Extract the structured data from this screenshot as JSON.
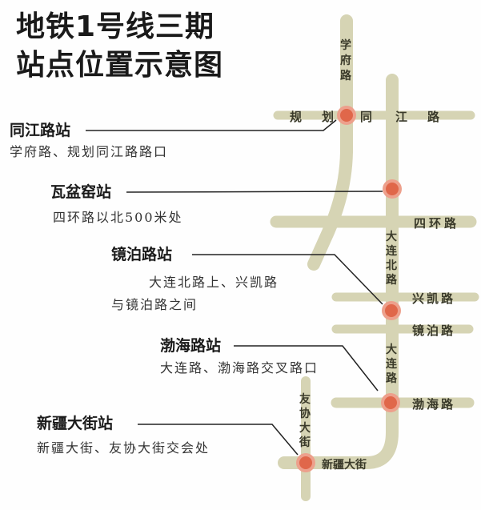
{
  "title": {
    "line1": "地铁1号线三期",
    "line2": "站点位置示意图"
  },
  "colors": {
    "road": "#d6d4b4",
    "station": "#e0674a",
    "station_halo": "#eda08c",
    "leader": "#222222"
  },
  "stations": [
    {
      "name": "同江路站",
      "desc": [
        "学府路、规划同江路路口"
      ]
    },
    {
      "name": "瓦盆窑站",
      "desc": [
        "四环路以北500米处"
      ]
    },
    {
      "name": "镜泊路站",
      "desc": [
        "大连北路上、兴凯路",
        "与镜泊路之间"
      ]
    },
    {
      "name": "渤海路站",
      "desc": [
        "大连路、渤海路交叉路口"
      ]
    },
    {
      "name": "新疆大街站",
      "desc": [
        "新疆大街、友协大街交会处"
      ]
    }
  ],
  "roads": {
    "xuefu": "学府路",
    "tongjiang": [
      "规",
      "划",
      "同",
      "江",
      "路"
    ],
    "sihuan": "四环路",
    "dalianbei": "大连北路",
    "xingkai": "兴凯路",
    "jingpo": "镜泊路",
    "dalian": "大连路",
    "bohai": "渤海路",
    "youxie": "友协大街",
    "xinjiang": "新疆大街"
  }
}
